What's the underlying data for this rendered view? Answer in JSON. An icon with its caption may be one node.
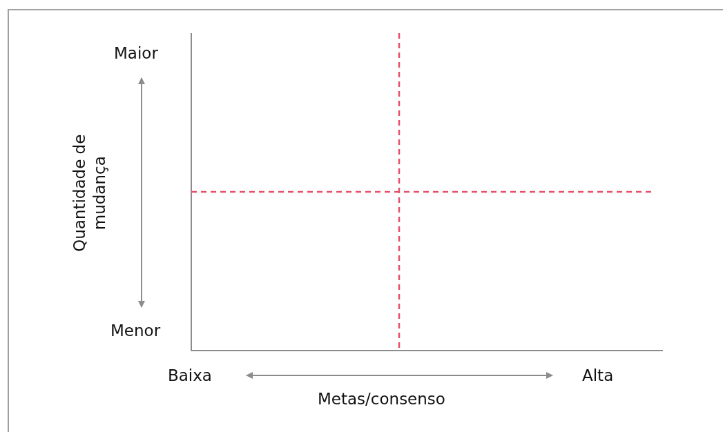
{
  "diagram": {
    "labels": [
      "Maior",
      "Quantidade de mudança",
      "Menor",
      "Baixa",
      "Alta",
      "Metas/consenso"
    ]
  }
}
